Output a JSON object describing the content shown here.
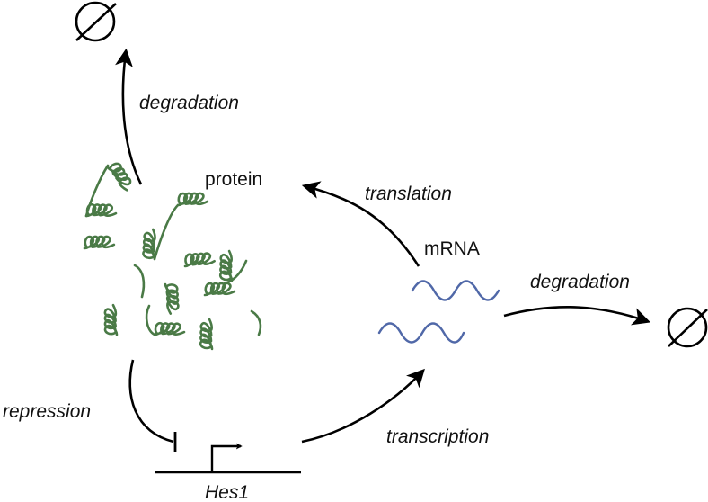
{
  "diagram": {
    "title": "Hes1 negative feedback loop",
    "nodes": {
      "protein": {
        "label": "protein"
      },
      "mrna": {
        "label": "mRNA"
      },
      "gene": {
        "label": "Hes1"
      },
      "protein_sink": {
        "symbol": "empty-set"
      },
      "mrna_sink": {
        "symbol": "empty-set"
      }
    },
    "edges": {
      "protein_degradation": {
        "label": "degradation",
        "from": "protein",
        "to": "protein_sink",
        "type": "arrow"
      },
      "translation": {
        "label": "translation",
        "from": "mrna",
        "to": "protein",
        "type": "arrow"
      },
      "mrna_degradation": {
        "label": "degradation",
        "from": "mrna",
        "to": "mrna_sink",
        "type": "arrow"
      },
      "transcription": {
        "label": "transcription",
        "from": "gene",
        "to": "mrna",
        "type": "arrow"
      },
      "repression": {
        "label": "repression",
        "from": "protein",
        "to": "gene",
        "type": "inhibition"
      }
    },
    "colors": {
      "protein": "#4a7a46",
      "mrna": "#5068a8",
      "arrows": "#000000"
    }
  }
}
